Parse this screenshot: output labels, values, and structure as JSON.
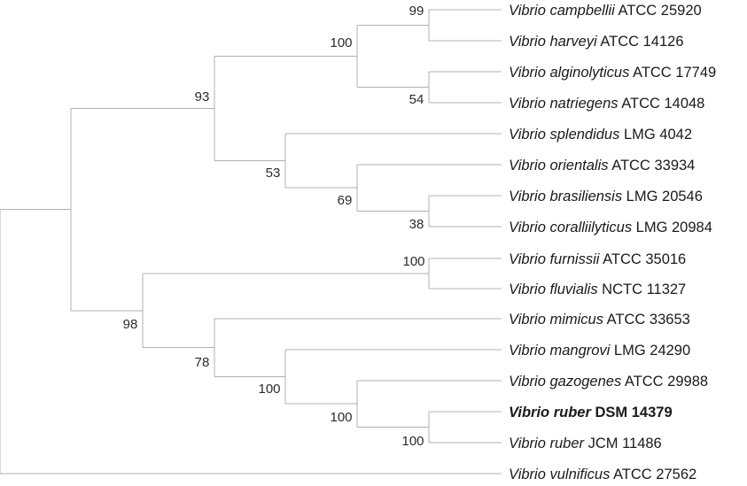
{
  "tree": {
    "taxa": [
      {
        "genus": "Vibrio",
        "species": "campbellii",
        "strain": "ATCC 25920",
        "bold": false
      },
      {
        "genus": "Vibrio",
        "species": "harveyi",
        "strain": "ATCC 14126",
        "bold": false
      },
      {
        "genus": "Vibrio",
        "species": "alginolyticus",
        "strain": "ATCC 17749",
        "bold": false
      },
      {
        "genus": "Vibrio",
        "species": "natriegens",
        "strain": "ATCC 14048",
        "bold": false
      },
      {
        "genus": "Vibrio",
        "species": "splendidus",
        "strain": "LMG 4042",
        "bold": false
      },
      {
        "genus": "Vibrio",
        "species": "orientalis",
        "strain": "ATCC 33934",
        "bold": false
      },
      {
        "genus": "Vibrio",
        "species": "brasiliensis",
        "strain": "LMG 20546",
        "bold": false
      },
      {
        "genus": "Vibrio",
        "species": "coralliilyticus",
        "strain": "LMG 20984",
        "bold": false
      },
      {
        "genus": "Vibrio",
        "species": "furnissii",
        "strain": "ATCC 35016",
        "bold": false
      },
      {
        "genus": "Vibrio",
        "species": "fluvialis",
        "strain": "NCTC 11327",
        "bold": false
      },
      {
        "genus": "Vibrio",
        "species": "mimicus",
        "strain": "ATCC 33653",
        "bold": false
      },
      {
        "genus": "Vibrio",
        "species": "mangrovi",
        "strain": "LMG 24290",
        "bold": false
      },
      {
        "genus": "Vibrio",
        "species": "gazogenes",
        "strain": "ATCC 29988",
        "bold": false
      },
      {
        "genus": "Vibrio",
        "species": "ruber",
        "strain": "DSM 14379",
        "bold": true
      },
      {
        "genus": "Vibrio",
        "species": "ruber",
        "strain": "JCM 11486",
        "bold": false
      },
      {
        "genus": "Vibrio",
        "species": "vulnificus",
        "strain": "ATCC 27562",
        "bold": false
      }
    ],
    "support_values": [
      "99",
      "54",
      "100",
      "38",
      "69",
      "53",
      "93",
      "100",
      "100",
      "100",
      "100",
      "78",
      "98"
    ]
  }
}
